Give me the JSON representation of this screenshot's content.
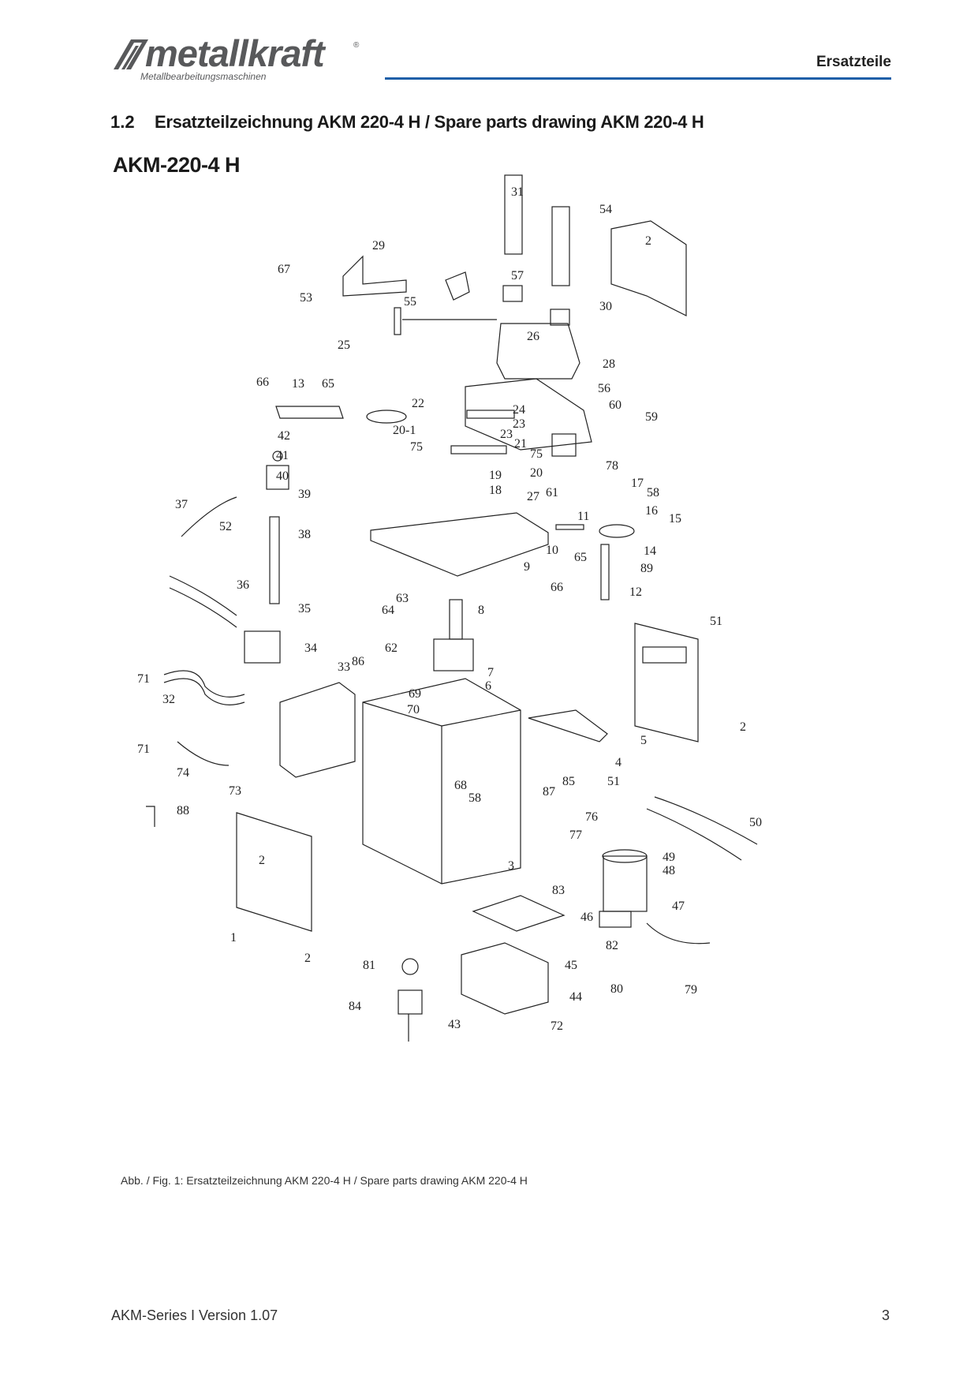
{
  "header": {
    "logo_text": "metallkraft",
    "logo_subtitle": "Metallbearbeitungsmaschinen",
    "logo_reg": "®",
    "section_label": "Ersatzteile"
  },
  "section": {
    "number": "1.2",
    "title": "Ersatzteilzeichnung AKM 220-4 H / Spare parts drawing AKM 220-4 H"
  },
  "drawing": {
    "label": "AKM-220-4 H",
    "part_numbers": [
      "1",
      "2",
      "3",
      "4",
      "5",
      "6",
      "7",
      "8",
      "9",
      "10",
      "11",
      "12",
      "13",
      "14",
      "15",
      "16",
      "17",
      "18",
      "19",
      "20",
      "20-1",
      "21",
      "22",
      "23",
      "24",
      "25",
      "26",
      "27",
      "28",
      "29",
      "30",
      "31",
      "32",
      "33",
      "34",
      "35",
      "36",
      "37",
      "38",
      "39",
      "40",
      "41",
      "42",
      "43",
      "44",
      "45",
      "46",
      "47",
      "48",
      "49",
      "50",
      "51",
      "52",
      "53",
      "54",
      "55",
      "56",
      "57",
      "58",
      "59",
      "60",
      "61",
      "62",
      "63",
      "64",
      "65",
      "66",
      "67",
      "68",
      "69",
      "70",
      "71",
      "72",
      "73",
      "74",
      "75",
      "76",
      "77",
      "78",
      "79",
      "80",
      "81",
      "82",
      "83",
      "84",
      "85",
      "86",
      "87",
      "88",
      "89"
    ]
  },
  "caption": "Abb. / Fig. 1: Ersatzteilzeichnung AKM 220-4 H / Spare parts drawing AKM 220-4 H",
  "footer": {
    "series": "AKM-Series I Version 1.07",
    "page": "3"
  }
}
